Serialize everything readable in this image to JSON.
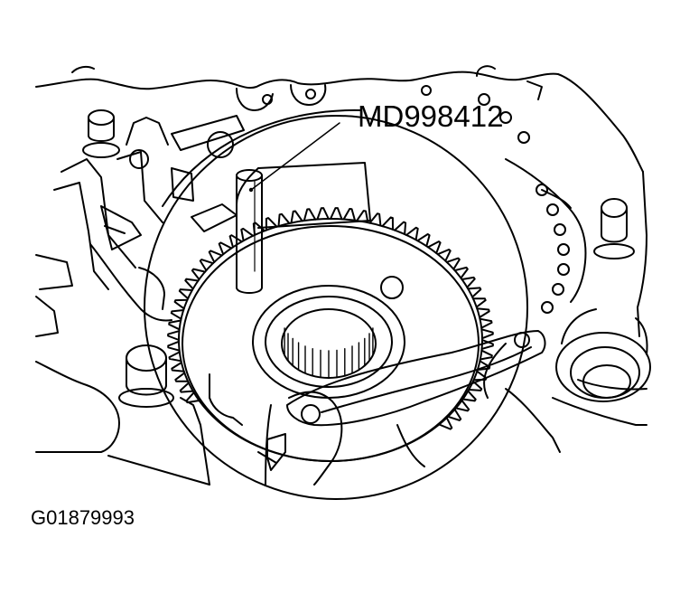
{
  "diagram": {
    "callout_label": "MD998412",
    "figure_id": "G01879993",
    "colors": {
      "line": "#000000",
      "background": "#ffffff"
    },
    "parts": [
      "transmission-case",
      "ring-gear",
      "splined-hub",
      "special-tool-pin",
      "bolts",
      "bore"
    ]
  }
}
